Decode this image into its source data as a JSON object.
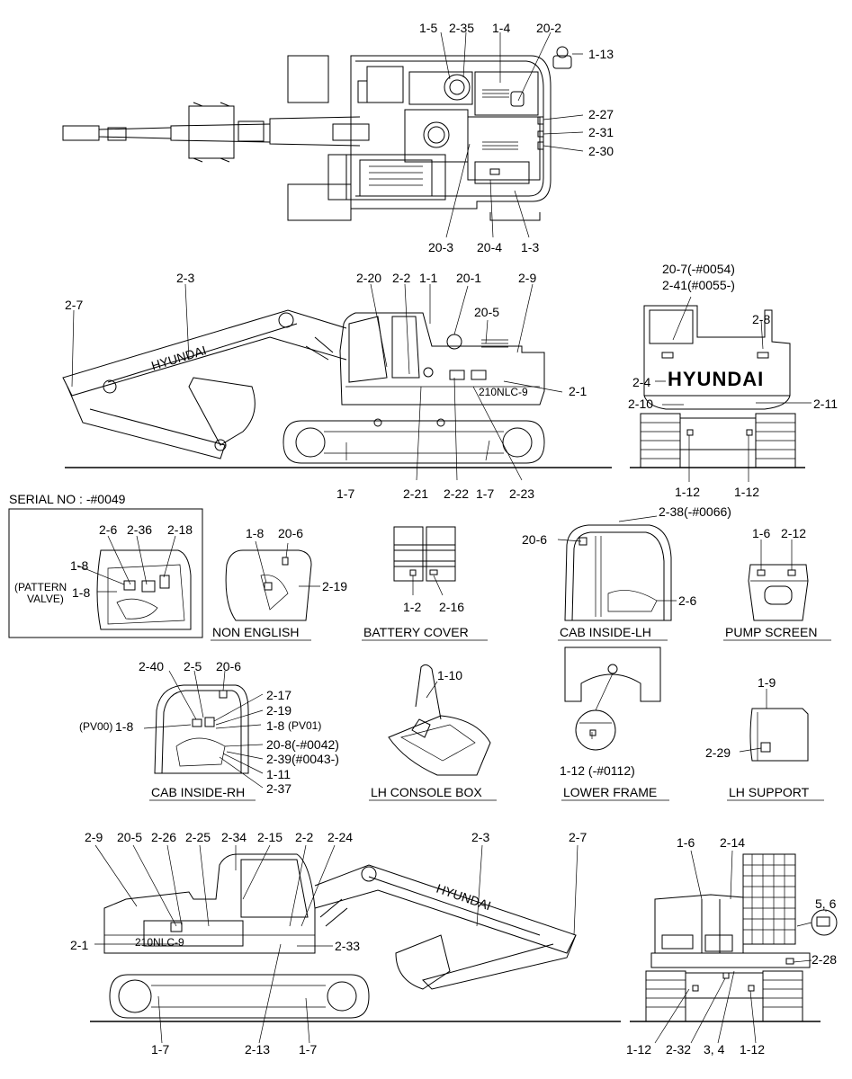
{
  "serial_box": {
    "title": "SERIAL NO : -#0049",
    "labels": [
      "2-6",
      "2-36",
      "2-18",
      "1-8",
      "(PATTERN",
      "VALVE)",
      "1-8"
    ]
  },
  "captions": {
    "non_english": "NON ENGLISH",
    "battery_cover": "BATTERY COVER",
    "cab_inside_lh": "CAB INSIDE-LH",
    "pump_screen": "PUMP SCREEN",
    "cab_inside_rh": "CAB INSIDE-RH",
    "lh_console_box": "LH CONSOLE BOX",
    "lower_frame": "LOWER FRAME",
    "lh_support": "LH SUPPORT"
  },
  "machine_text": {
    "brand": "HYUNDAI",
    "model": "210NLC-9"
  },
  "callouts": {
    "top_view": [
      "1-5",
      "2-35",
      "1-4",
      "20-2",
      "1-13",
      "2-27",
      "2-31",
      "2-30",
      "20-3",
      "20-4",
      "1-3"
    ],
    "left_side": [
      "2-3",
      "2-7",
      "2-20",
      "2-2",
      "1-1",
      "20-1",
      "2-9",
      "20-5",
      "2-1",
      "1-7",
      "2-21",
      "2-22",
      "1-7",
      "2-23"
    ],
    "rear_view": [
      "20-7(-#0054)",
      "2-41(#0055-)",
      "2-8",
      "2-4",
      "2-10",
      "2-11",
      "1-12",
      "1-12"
    ],
    "non_english": [
      "1-8",
      "20-6",
      "2-19"
    ],
    "battery_cover": [
      "1-2",
      "2-16"
    ],
    "cab_inside_lh": [
      "2-38(-#0066)",
      "20-6",
      "2-6"
    ],
    "pump_screen": [
      "1-6",
      "2-12"
    ],
    "cab_inside_rh": [
      "2-40",
      "2-5",
      "20-6",
      "2-17",
      "2-19",
      "(PV00)",
      "1-8",
      "1-8",
      "(PV01)",
      "20-8(-#0042)",
      "2-39(#0043-)",
      "1-11",
      "2-37"
    ],
    "lh_console_box": [
      "1-10"
    ],
    "lower_frame": [
      "1-12 (-#0112)"
    ],
    "lh_support": [
      "1-9",
      "2-29"
    ],
    "right_side": [
      "2-9",
      "20-5",
      "2-26",
      "2-25",
      "2-34",
      "2-15",
      "2-2",
      "2-24",
      "2-3",
      "2-7",
      "2-1",
      "2-33",
      "1-7",
      "2-13",
      "1-7"
    ],
    "front_view": [
      "1-6",
      "2-14",
      "5, 6",
      "2-28",
      "1-12",
      "2-32",
      "3, 4",
      "1-12"
    ]
  }
}
